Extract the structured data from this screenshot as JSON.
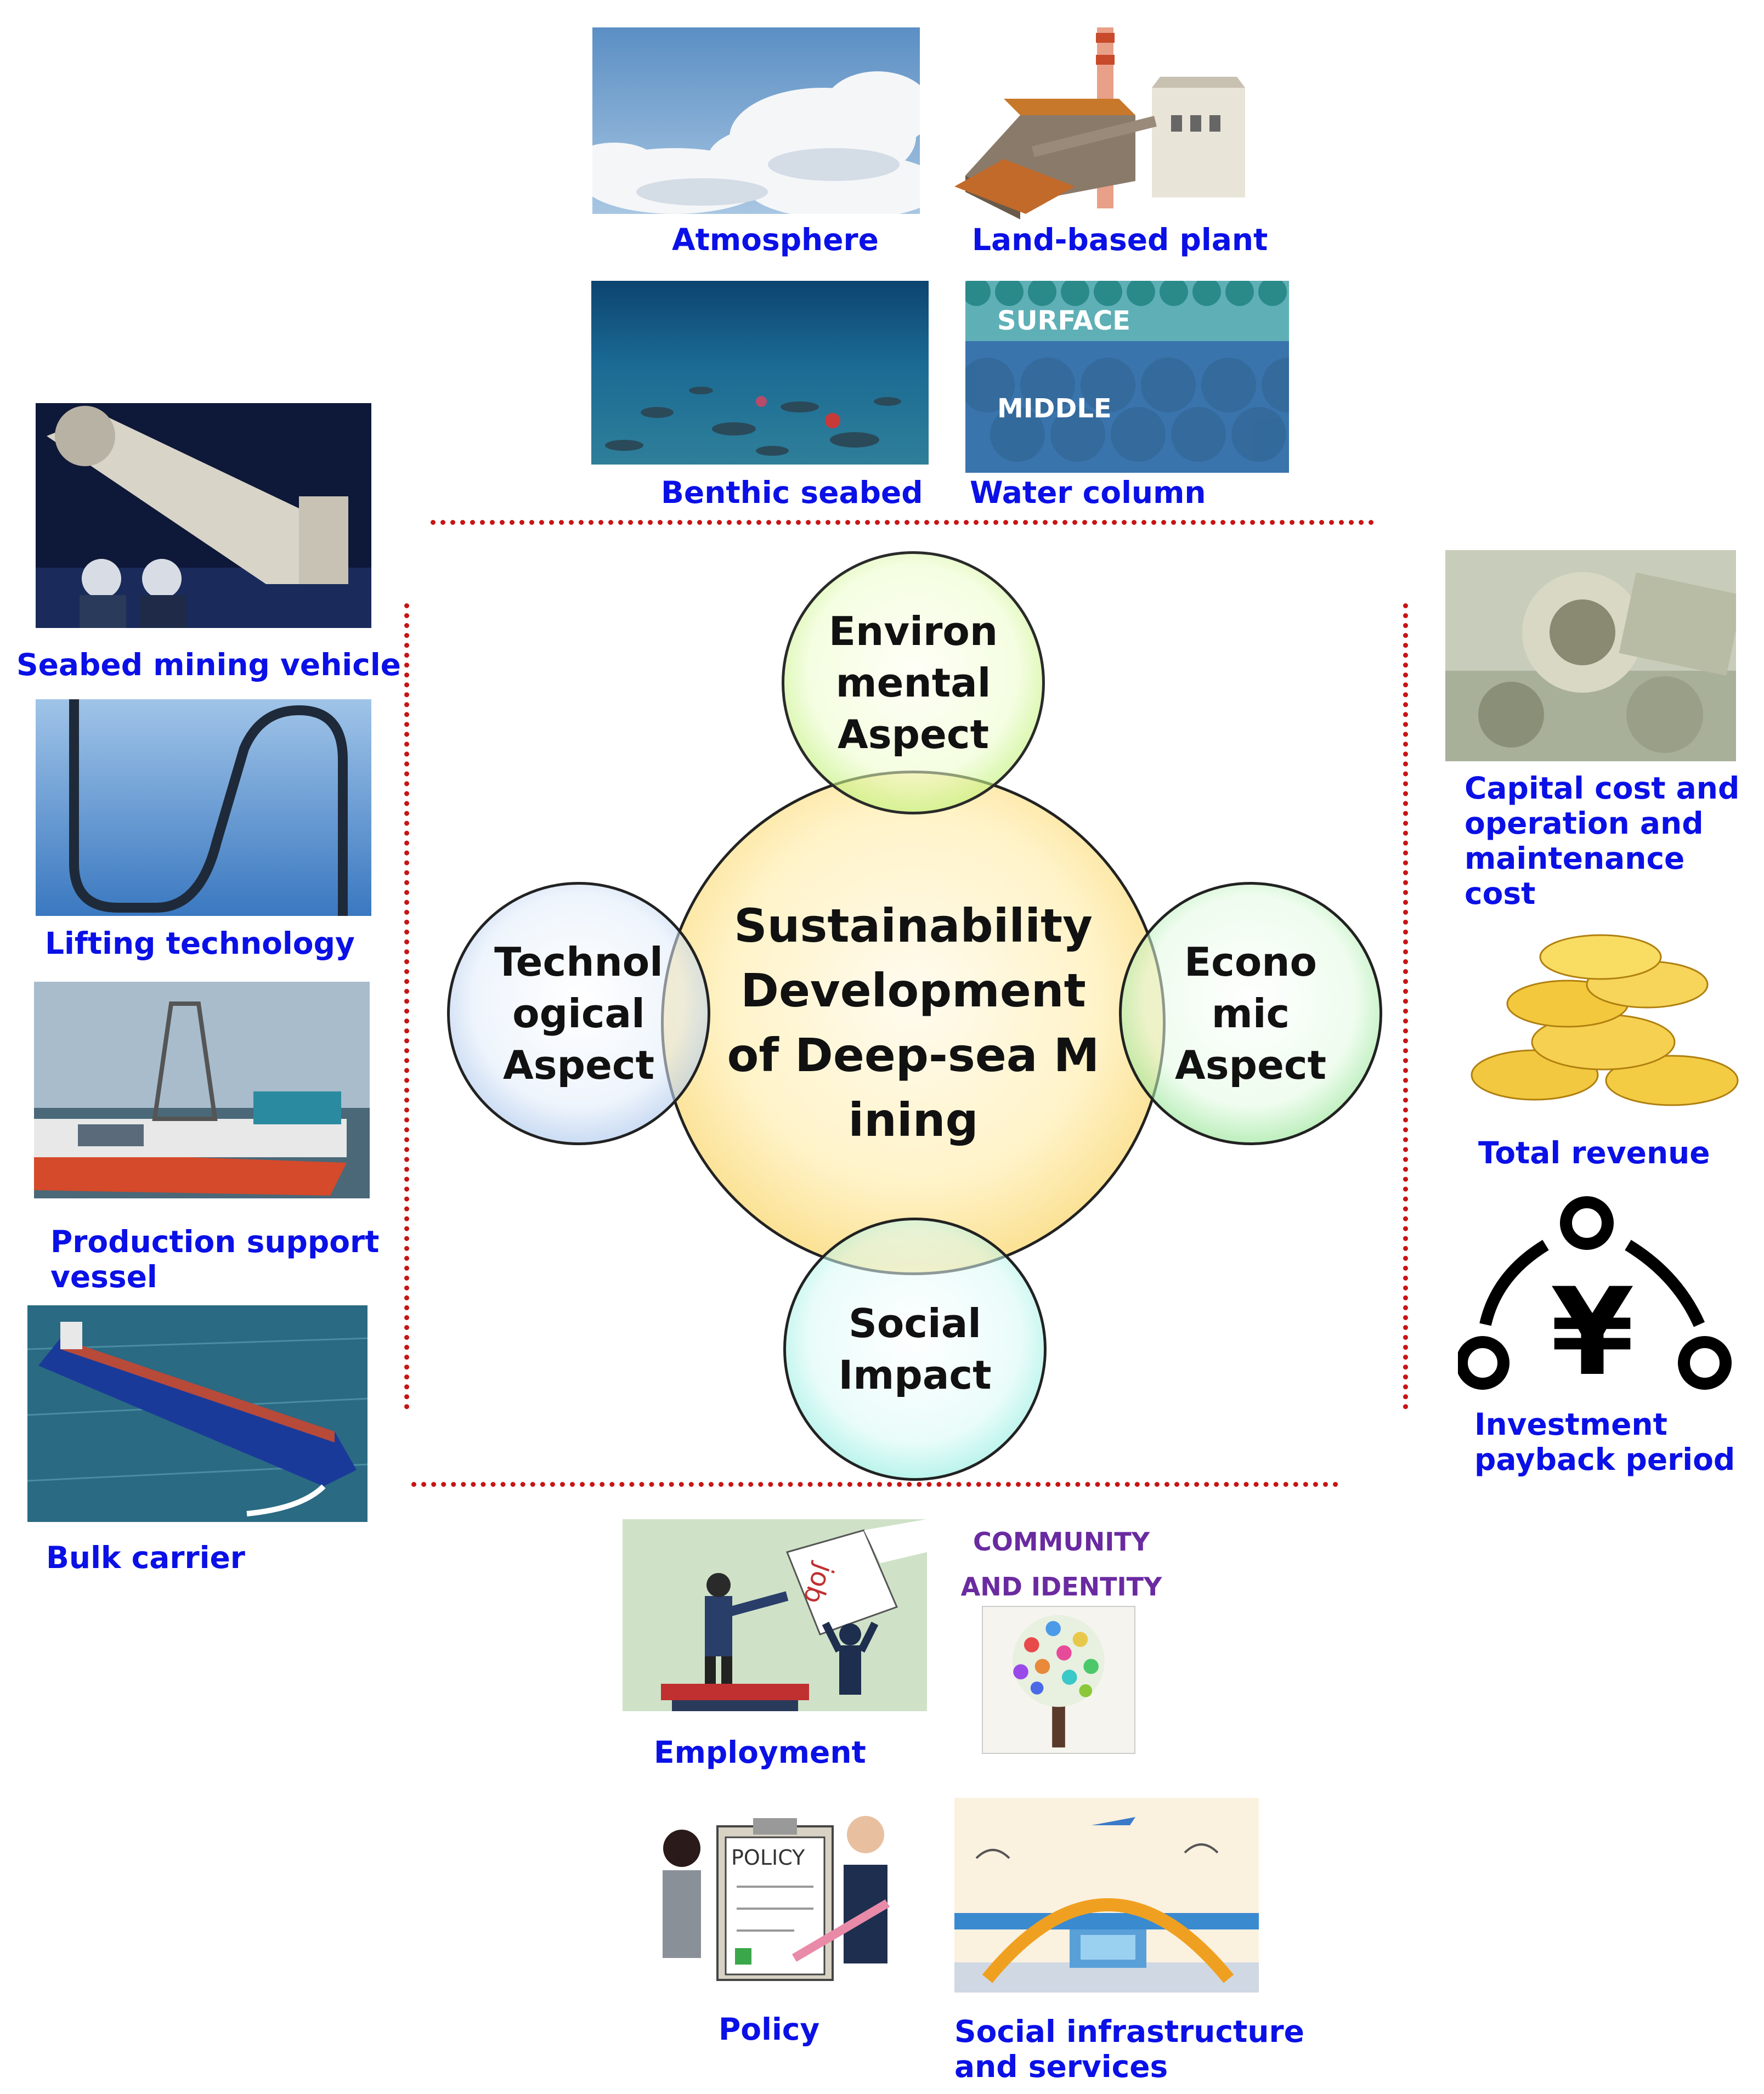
{
  "center": {
    "title": "Sustainability Development of Deep-sea Mining"
  },
  "aspects": {
    "environmental": "Environ mental Aspect",
    "economic": "Econo mic Aspect",
    "social": "Social Impact",
    "technological": "Technol ogical Aspect"
  },
  "environment_items": {
    "atmosphere": "Atmosphere",
    "land_plant": "Land-based plant",
    "benthic": "Benthic seabed",
    "water_column": "Water column",
    "surface_text": "SURFACE",
    "middle_text": "MIDDLE"
  },
  "tech_items": {
    "vehicle": "Seabed mining vehicle",
    "lifting": "Lifting technology",
    "vessel": "Production support vessel",
    "carrier": "Bulk carrier"
  },
  "economic_items": {
    "capital": "Capital cost and operation and maintenance cost",
    "revenue": "Total revenue",
    "payback": "Investment payback period"
  },
  "social_items": {
    "employment": "Employment",
    "community": "COMMUNITY AND IDENTITY",
    "policy": "Policy",
    "infrastructure": "Social infrastructure and services",
    "job_text": "job",
    "policy_text": "POLICY"
  },
  "colors": {
    "label": "#0a10e6",
    "divider": "#c81414",
    "env_circle": "#b5f05a",
    "eco_circle": "#7de07d",
    "soc_circle": "#8ff0e0",
    "tech_circle": "#a8c8ee",
    "center_circle": "#f7cf5a"
  }
}
